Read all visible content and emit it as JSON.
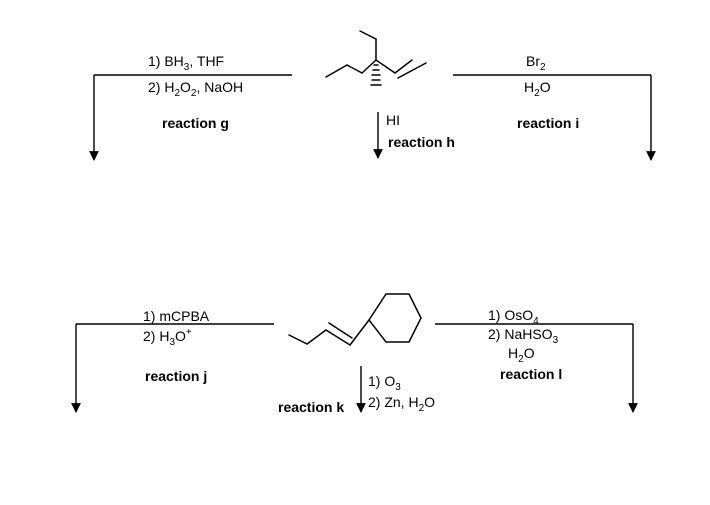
{
  "molecule_top": "acyclic alkene with ethyl, propyl and methyl stereocenter",
  "molecule_bottom": "(E)-1-cyclohexyl-1-butene skeletal",
  "reactions": {
    "g": {
      "steps": [
        "1) BH",
        "3",
        ", THF",
        "2) H",
        "2",
        "O",
        "2",
        ", NaOH"
      ],
      "label": "reaction g"
    },
    "h": {
      "reagent": "HI",
      "label": "reaction h"
    },
    "i": {
      "reagent1_main": "Br",
      "reagent1_sub": "2",
      "reagent2_a": "H",
      "reagent2_sub": "2",
      "reagent2_b": "O",
      "label": "reaction i"
    },
    "j": {
      "step1": "1) mCPBA",
      "step2_a": "2) H",
      "step2_sub": "3",
      "step2_b": "O",
      "step2_sup": "+",
      "label": "reaction j"
    },
    "k": {
      "step1_a": "1) O",
      "step1_sub": "3",
      "step2_a": "2) Zn, H",
      "step2_sub": "2",
      "step2_b": "O",
      "label": "reaction k"
    },
    "l": {
      "step1_a": "1) OsO",
      "step1_sub": "4",
      "step2_a": "2) NaHSO",
      "step2_sub": "3",
      "step3_a": "H",
      "step3_sub": "2",
      "step3_b": "O",
      "label": "reaction l"
    }
  }
}
